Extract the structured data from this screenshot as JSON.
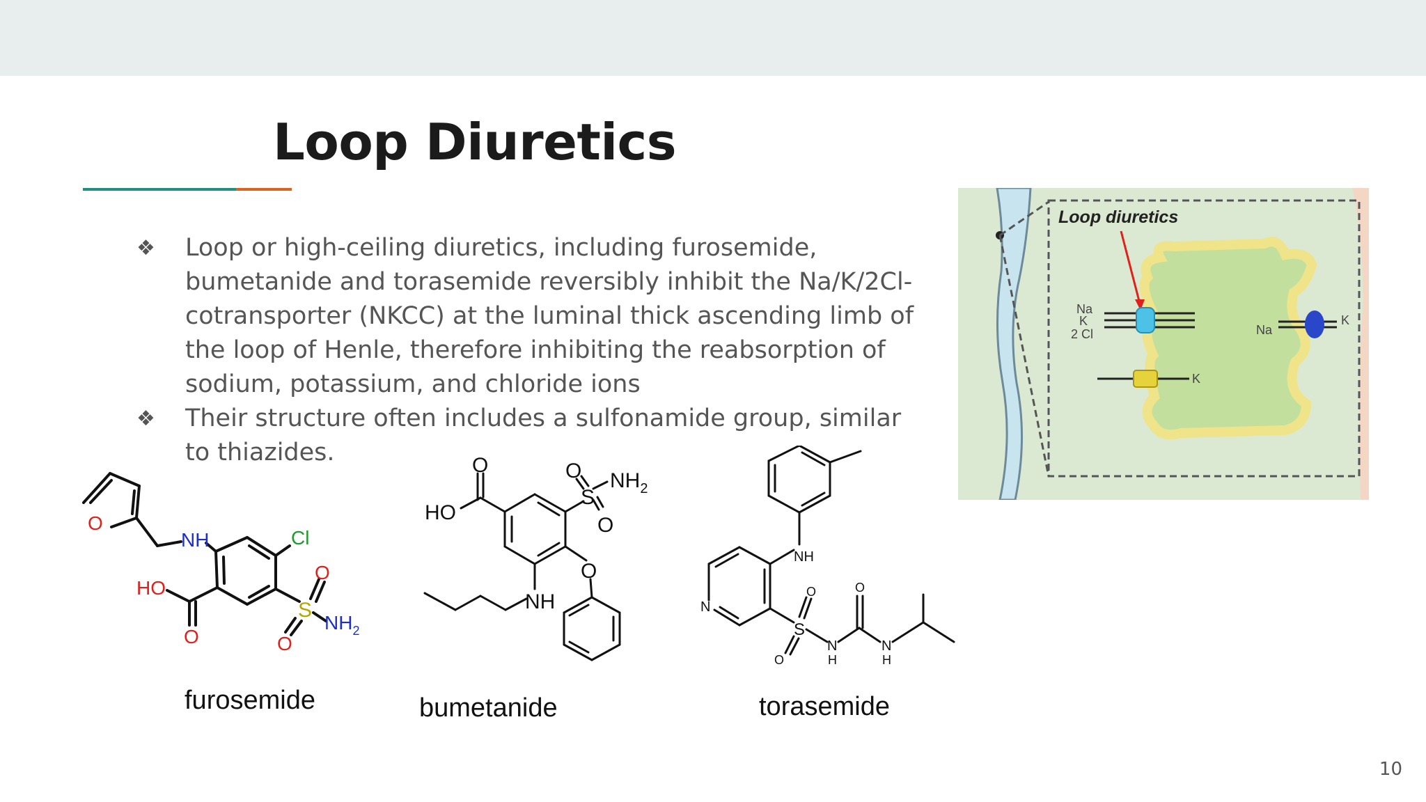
{
  "slide": {
    "title": "Loop Diuretics",
    "page_number": "10",
    "bullet_marker": "❖",
    "bullets": [
      "Loop or high-ceiling diuretics, including furosemide, bumetanide and torasemide reversibly inhibit the Na/K/2Cl-cotransporter (NKCC) at the luminal thick ascending limb of the loop of Henle, therefore inhibiting the reabsorption of sodium, potassium, and chloride ions",
      "Their structure often includes a sulfonamide group, similar to thiazides."
    ]
  },
  "molecules": {
    "furosemide": {
      "name": "furosemide",
      "atoms": {
        "o_ring": "O",
        "nh": "NH",
        "cl": "Cl",
        "ho": "HO",
        "o_acid": "O",
        "s": "S",
        "o_up": "O",
        "o_down": "O",
        "nh2": "NH",
        "sub2": "2"
      }
    },
    "bumetanide": {
      "name": "bumetanide",
      "atoms": {
        "o_top": "O",
        "ho": "HO",
        "s": "S",
        "o1": "O",
        "o2": "O",
        "nh2": "NH",
        "sub2": "2",
        "o_ether": "O",
        "nh": "NH"
      }
    },
    "torasemide": {
      "name": "torasemide",
      "atoms": {
        "nh": "NH",
        "n_ring": "N",
        "s": "S",
        "o_a": "O",
        "o_b": "O",
        "n1": "N",
        "h1": "H",
        "o_c": "O",
        "n2": "N",
        "h2": "H"
      }
    }
  },
  "diagram": {
    "title": "Loop diuretics",
    "left_ions": [
      "Na",
      "K",
      "2 Cl"
    ],
    "k_label": "K",
    "right_na": "Na",
    "right_k": "K"
  },
  "colors": {
    "top_band": "#e8eeed",
    "accent_teal": "#1f8f84",
    "accent_orange": "#d9641e",
    "oxygen": "#e0211b",
    "nitrogen": "#1c2fc8",
    "chlorine": "#1f9a2c",
    "sulfur": "#b8a600"
  }
}
